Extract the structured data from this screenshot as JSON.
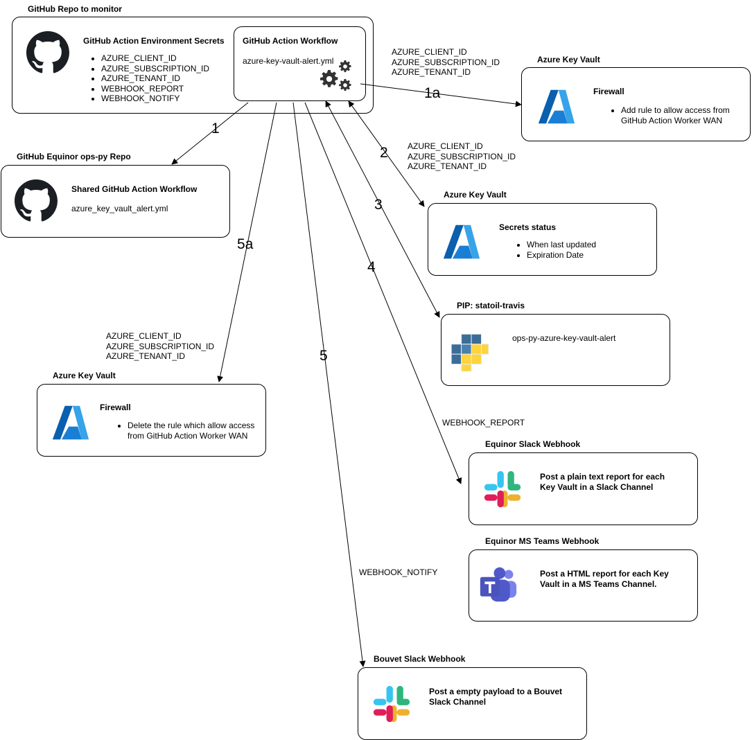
{
  "repo": {
    "title": "GitHub Repo to monitor",
    "secrets_title": "GitHub Action Environment Secrets",
    "secrets": [
      "AZURE_CLIENT_ID",
      "AZURE_SUBSCRIPTION_ID",
      "AZURE_TENANT_ID",
      "WEBHOOK_REPORT",
      "WEBHOOK_NOTIFY"
    ],
    "workflow_title": "GitHub Action Workflow",
    "workflow_file": "azure-key-vault-alert.yml"
  },
  "ops_repo": {
    "title": "GitHub Equinor ops-py Repo",
    "heading": "Shared GitHub Action Workflow",
    "file": "azure_key_vault_alert.yml"
  },
  "kv_firewall_add": {
    "title": "Azure Key Vault",
    "heading": "Firewall",
    "bullets": [
      "Add rule to allow access from\nGitHub Action Worker WAN"
    ]
  },
  "kv_secrets": {
    "title": "Azure Key Vault",
    "heading": "Secrets status",
    "bullets": [
      "When last updated",
      "Expiration Date"
    ]
  },
  "pip": {
    "title": "PIP: statoil-travis",
    "package": "ops-py-azure-key-vault-alert"
  },
  "kv_firewall_delete": {
    "title": "Azure Key Vault",
    "heading": "Firewall",
    "bullets": [
      "Delete the rule which allow access\nfrom GitHub Action Worker WAN"
    ]
  },
  "slack_equinor": {
    "title": "Equinor Slack Webhook",
    "text": "Post a plain text report for each\nKey Vault in a Slack Channel"
  },
  "teams_equinor": {
    "title": "Equinor MS Teams Webhook",
    "text": "Post a HTML report for each Key\nVault in a MS Teams Channel."
  },
  "slack_bouvet": {
    "title": "Bouvet Slack Webhook",
    "text": "Post a empty payload to a Bouvet\nSlack Channel"
  },
  "edge_labels": {
    "env_1a": [
      "AZURE_CLIENT_ID",
      "AZURE_SUBSCRIPTION_ID",
      "AZURE_TENANT_ID"
    ],
    "env_2": [
      "AZURE_CLIENT_ID",
      "AZURE_SUBSCRIPTION_ID",
      "AZURE_TENANT_ID"
    ],
    "env_5a": [
      "AZURE_CLIENT_ID",
      "AZURE_SUBSCRIPTION_ID",
      "AZURE_TENANT_ID"
    ],
    "webhook_report": "WEBHOOK_REPORT",
    "webhook_notify": "WEBHOOK_NOTIFY"
  },
  "steps": {
    "s1": "1",
    "s1a": "1a",
    "s2": "2",
    "s3": "3",
    "s4": "4",
    "s5": "5",
    "s5a": "5a"
  },
  "icons": {
    "github": "github-octocat-icon",
    "azure": "azure-logo-icon",
    "python": "python-package-icon",
    "slack": "slack-logo-icon",
    "teams": "ms-teams-logo-icon",
    "gears": "gears-icon"
  },
  "colors": {
    "azure_dark": "#0a5fae",
    "azure_light": "#37a3e8",
    "python_blue": "#3b6d97",
    "slack_blue": "#36c5f0",
    "slack_green": "#2eb67d",
    "slack_red": "#e01e5a",
    "slack_yellow": "#ecb22e",
    "teams_purple": "#5059c9"
  }
}
